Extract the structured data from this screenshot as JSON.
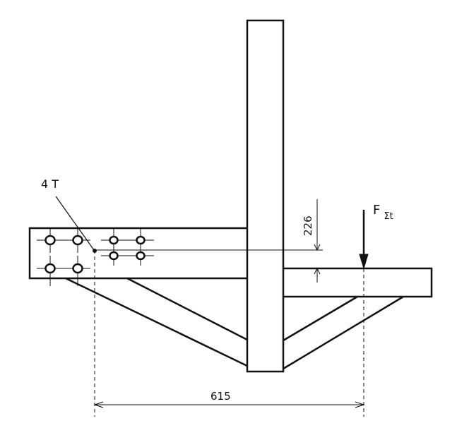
{
  "labels": {
    "bolt_point": "4 T",
    "force": "F",
    "force_subscript": "Σt",
    "vertical_dim": "226",
    "horizontal_dim": "615"
  },
  "colors": {
    "ink": "#111111",
    "paper": "#ffffff"
  }
}
